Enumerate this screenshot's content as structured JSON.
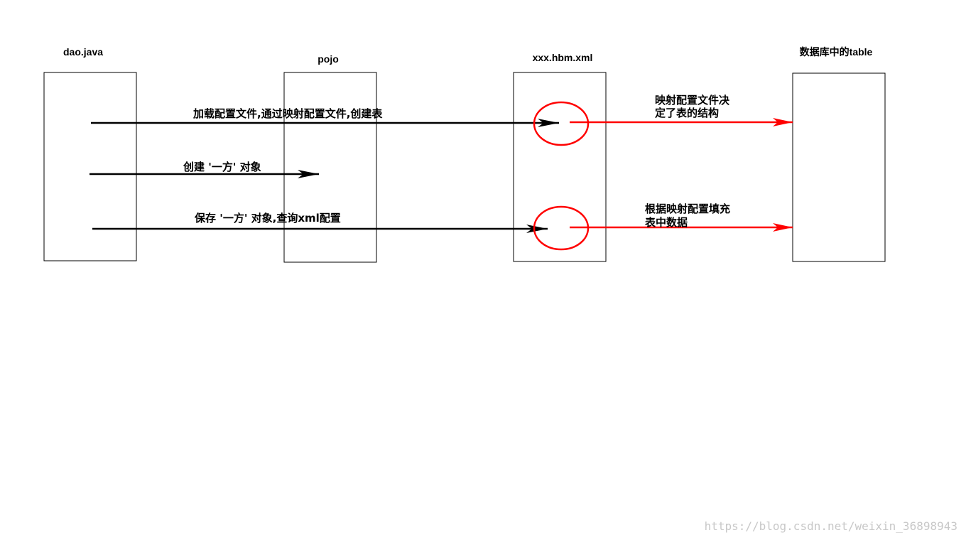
{
  "boxes": {
    "dao": "dao.java",
    "pojo": "pojo",
    "hbm": "xxx.hbm.xml",
    "table": "数据库中的table"
  },
  "arrows": {
    "load_config": "加载配置文件,通过映射配置文件,创建表",
    "create_one_side": "创建 '一方' 对象",
    "save_one_side": "保存 '一方' 对象,查询xml配置",
    "mapping_structure": [
      "映射配置文件决",
      "定了表的结构"
    ],
    "mapping_fill": [
      "根据映射配置填充",
      "表中数据"
    ]
  },
  "watermark": "https://blog.csdn.net/weixin_36898943",
  "colors": {
    "black_arrow": "#000000",
    "red_arrow": "#ff0000",
    "box_border": "#000000",
    "watermark": "#c8c8c8"
  }
}
